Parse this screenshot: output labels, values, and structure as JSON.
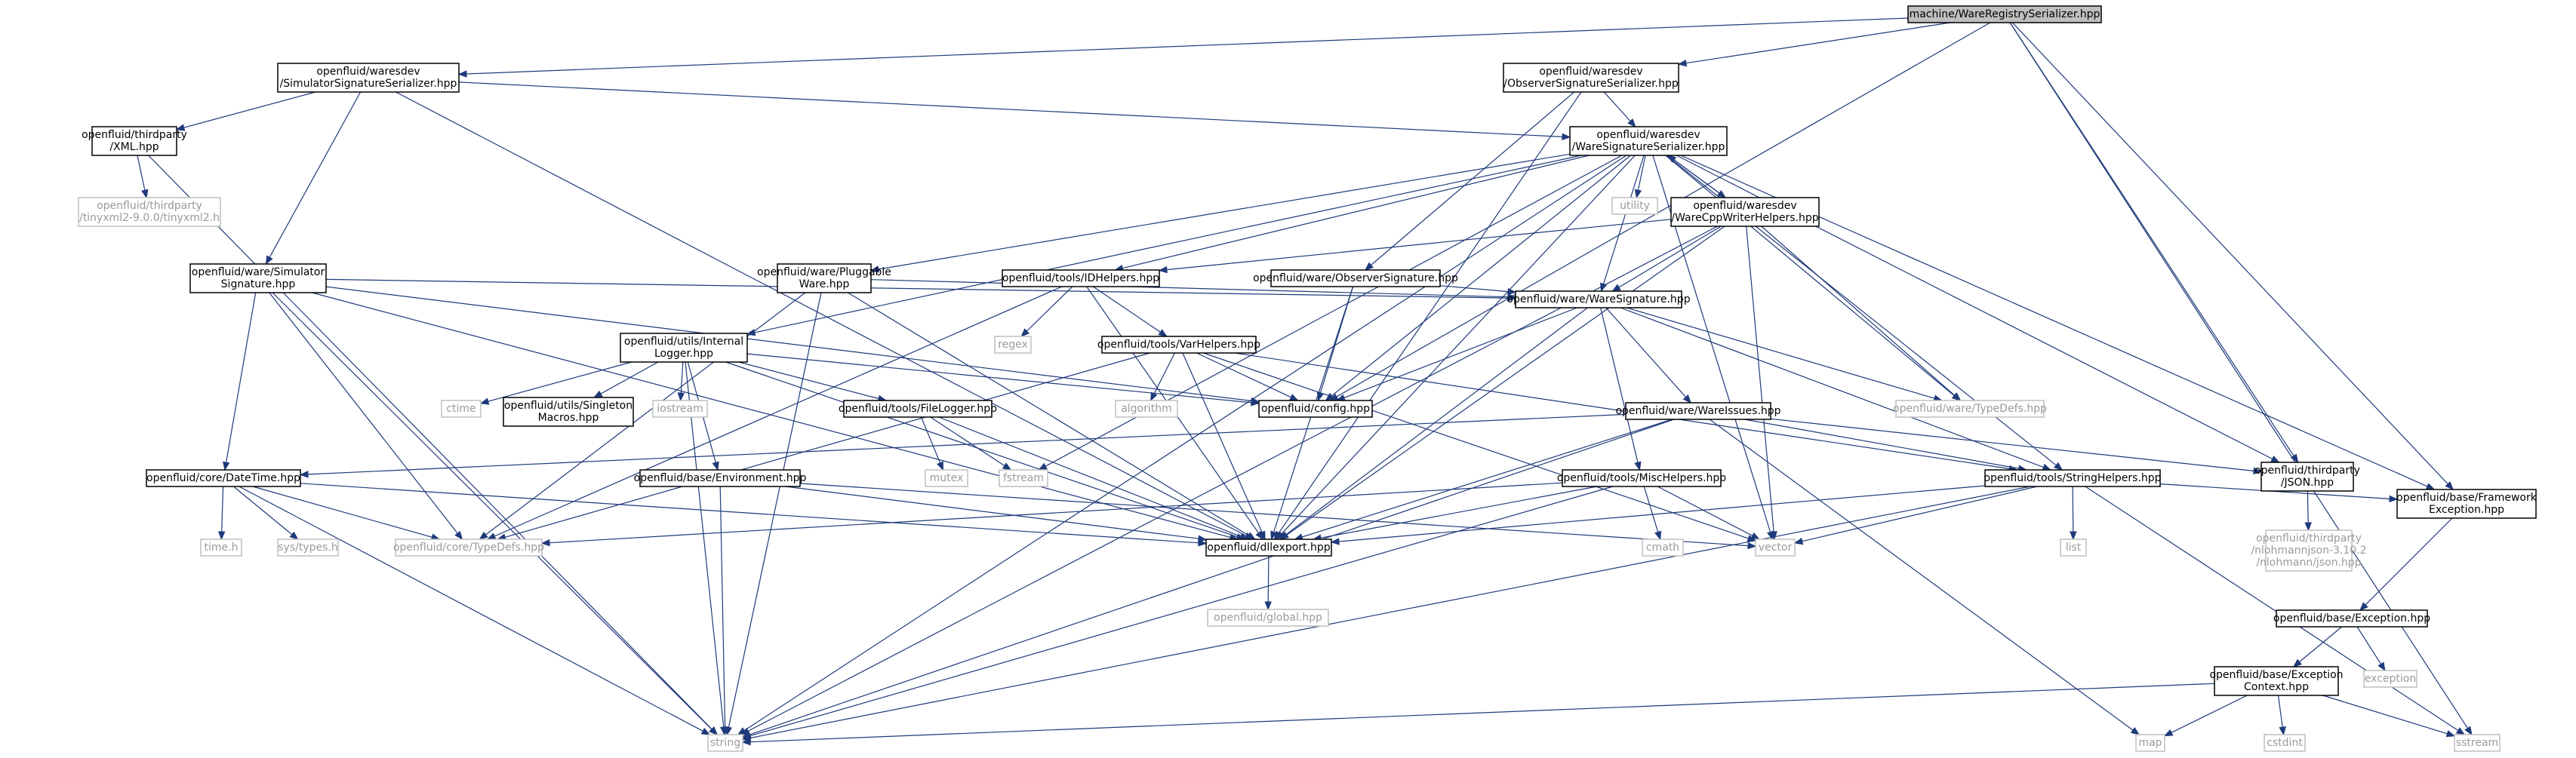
{
  "graph": {
    "nodes": [
      {
        "id": "root",
        "kind": "root",
        "lines": [
          "machine/WareRegistrySerializer.hpp"
        ]
      },
      {
        "id": "simsigser",
        "kind": "file",
        "lines": [
          "openfluid/waresdev",
          "/SimulatorSignatureSerializer.hpp"
        ]
      },
      {
        "id": "obssigser",
        "kind": "file",
        "lines": [
          "openfluid/waresdev",
          "/ObserverSignatureSerializer.hpp"
        ]
      },
      {
        "id": "waresigser",
        "kind": "file",
        "lines": [
          "openfluid/waresdev",
          "/WareSignatureSerializer.hpp"
        ]
      },
      {
        "id": "xmlhpp",
        "kind": "file",
        "lines": [
          "openfluid/thirdparty",
          "/XML.hpp"
        ]
      },
      {
        "id": "tinyxml",
        "kind": "ext",
        "lines": [
          "openfluid/thirdparty",
          "/tinyxml2-9.0.0/tinyxml2.h"
        ]
      },
      {
        "id": "utility",
        "kind": "ext",
        "lines": [
          "utility"
        ]
      },
      {
        "id": "cppwriter",
        "kind": "file",
        "lines": [
          "openfluid/waresdev",
          "/WareCppWriterHelpers.hpp"
        ]
      },
      {
        "id": "simsig",
        "kind": "file",
        "lines": [
          "openfluid/ware/Simulator",
          "Signature.hpp"
        ]
      },
      {
        "id": "pluggable",
        "kind": "file",
        "lines": [
          "openfluid/ware/Pluggable",
          "Ware.hpp"
        ]
      },
      {
        "id": "idhelpers",
        "kind": "file",
        "lines": [
          "openfluid/tools/IDHelpers.hpp"
        ]
      },
      {
        "id": "obssig",
        "kind": "file",
        "lines": [
          "openfluid/ware/ObserverSignature.hpp"
        ]
      },
      {
        "id": "regex",
        "kind": "ext",
        "lines": [
          "regex"
        ]
      },
      {
        "id": "internallogger",
        "kind": "file",
        "lines": [
          "openfluid/utils/Internal",
          "Logger.hpp"
        ]
      },
      {
        "id": "varhelpers",
        "kind": "file",
        "lines": [
          "openfluid/tools/VarHelpers.hpp"
        ]
      },
      {
        "id": "waresig",
        "kind": "file",
        "lines": [
          "openfluid/ware/WareSignature.hpp"
        ]
      },
      {
        "id": "ctime",
        "kind": "ext",
        "lines": [
          "ctime"
        ]
      },
      {
        "id": "singleton",
        "kind": "file",
        "lines": [
          "openfluid/utils/Singleton",
          "Macros.hpp"
        ]
      },
      {
        "id": "iostream",
        "kind": "ext",
        "lines": [
          "iostream"
        ]
      },
      {
        "id": "filelogger",
        "kind": "file",
        "lines": [
          "openfluid/tools/FileLogger.hpp"
        ]
      },
      {
        "id": "algorithm",
        "kind": "ext",
        "lines": [
          "algorithm"
        ]
      },
      {
        "id": "config",
        "kind": "file",
        "lines": [
          "openfluid/config.hpp"
        ]
      },
      {
        "id": "typedefsware",
        "kind": "ext",
        "lines": [
          "openfluid/ware/TypeDefs.hpp"
        ]
      },
      {
        "id": "wareissues",
        "kind": "file",
        "lines": [
          "openfluid/ware/WareIssues.hpp"
        ]
      },
      {
        "id": "datetime",
        "kind": "file",
        "lines": [
          "openfluid/core/DateTime.hpp"
        ]
      },
      {
        "id": "environment",
        "kind": "file",
        "lines": [
          "openfluid/base/Environment.hpp"
        ]
      },
      {
        "id": "mutex",
        "kind": "ext",
        "lines": [
          "mutex"
        ]
      },
      {
        "id": "fstream",
        "kind": "ext",
        "lines": [
          "fstream"
        ]
      },
      {
        "id": "mischelpers",
        "kind": "file",
        "lines": [
          "openfluid/tools/MiscHelpers.hpp"
        ]
      },
      {
        "id": "stringhelpers",
        "kind": "file",
        "lines": [
          "openfluid/tools/StringHelpers.hpp"
        ]
      },
      {
        "id": "jsonhpp",
        "kind": "file",
        "lines": [
          "openfluid/thirdparty",
          "/JSON.hpp"
        ]
      },
      {
        "id": "timeh",
        "kind": "ext",
        "lines": [
          "time.h"
        ]
      },
      {
        "id": "systypes",
        "kind": "ext",
        "lines": [
          "sys/types.h"
        ]
      },
      {
        "id": "typedefscore",
        "kind": "ext",
        "lines": [
          "openfluid/core/TypeDefs.hpp"
        ]
      },
      {
        "id": "dllexport",
        "kind": "file",
        "lines": [
          "openfluid/dllexport.hpp"
        ]
      },
      {
        "id": "cmath",
        "kind": "ext",
        "lines": [
          "cmath"
        ]
      },
      {
        "id": "vector",
        "kind": "ext",
        "lines": [
          "vector"
        ]
      },
      {
        "id": "list",
        "kind": "ext",
        "lines": [
          "list"
        ]
      },
      {
        "id": "nlohmann",
        "kind": "ext",
        "lines": [
          "openfluid/thirdparty",
          "/nlohmannjson-3.10.2",
          "/nlohmann/json.hpp"
        ]
      },
      {
        "id": "fwexception",
        "kind": "file",
        "lines": [
          "openfluid/base/Framework",
          "Exception.hpp"
        ]
      },
      {
        "id": "globalhpp",
        "kind": "ext",
        "lines": [
          "openfluid/global.hpp"
        ]
      },
      {
        "id": "exceptionhpp",
        "kind": "file",
        "lines": [
          "openfluid/base/Exception.hpp"
        ]
      },
      {
        "id": "exception",
        "kind": "ext",
        "lines": [
          "exception"
        ]
      },
      {
        "id": "exccontext",
        "kind": "file",
        "lines": [
          "openfluid/base/Exception",
          "Context.hpp"
        ]
      },
      {
        "id": "string",
        "kind": "ext",
        "lines": [
          "string"
        ]
      },
      {
        "id": "map",
        "kind": "ext",
        "lines": [
          "map"
        ]
      },
      {
        "id": "cstdint",
        "kind": "ext",
        "lines": [
          "cstdint"
        ]
      },
      {
        "id": "sstream",
        "kind": "ext",
        "lines": [
          "sstream"
        ]
      }
    ],
    "edges": [
      [
        "root",
        "simsigser"
      ],
      [
        "root",
        "obssigser"
      ],
      [
        "root",
        "config"
      ],
      [
        "root",
        "jsonhpp"
      ],
      [
        "root",
        "fwexception"
      ],
      [
        "root",
        "sstream"
      ],
      [
        "simsigser",
        "waresigser"
      ],
      [
        "simsigser",
        "xmlhpp"
      ],
      [
        "simsigser",
        "simsig"
      ],
      [
        "simsigser",
        "dllexport"
      ],
      [
        "obssigser",
        "waresigser"
      ],
      [
        "obssigser",
        "obssig"
      ],
      [
        "obssigser",
        "dllexport"
      ],
      [
        "xmlhpp",
        "tinyxml"
      ],
      [
        "xmlhpp",
        "string"
      ],
      [
        "waresigser",
        "utility"
      ],
      [
        "waresigser",
        "cppwriter"
      ],
      [
        "waresigser",
        "pluggable"
      ],
      [
        "waresigser",
        "idhelpers"
      ],
      [
        "waresigser",
        "internallogger"
      ],
      [
        "waresigser",
        "config"
      ],
      [
        "waresigser",
        "waresig"
      ],
      [
        "waresigser",
        "typedefsware"
      ],
      [
        "waresigser",
        "fstream"
      ],
      [
        "waresigser",
        "dllexport"
      ],
      [
        "waresigser",
        "stringhelpers"
      ],
      [
        "waresigser",
        "jsonhpp"
      ],
      [
        "waresigser",
        "fwexception"
      ],
      [
        "waresigser",
        "vector"
      ],
      [
        "waresigser",
        "string"
      ],
      [
        "cppwriter",
        "waresigser"
      ],
      [
        "cppwriter",
        "idhelpers"
      ],
      [
        "cppwriter",
        "waresig"
      ],
      [
        "cppwriter",
        "typedefsware"
      ],
      [
        "cppwriter",
        "dllexport"
      ],
      [
        "cppwriter",
        "vector"
      ],
      [
        "cppwriter",
        "string"
      ],
      [
        "simsig",
        "waresig"
      ],
      [
        "simsig",
        "datetime"
      ],
      [
        "simsig",
        "typedefscore"
      ],
      [
        "simsig",
        "dllexport"
      ],
      [
        "simsig",
        "string"
      ],
      [
        "simsig",
        "config"
      ],
      [
        "pluggable",
        "waresig"
      ],
      [
        "pluggable",
        "typedefscore"
      ],
      [
        "pluggable",
        "dllexport"
      ],
      [
        "pluggable",
        "string"
      ],
      [
        "idhelpers",
        "regex"
      ],
      [
        "idhelpers",
        "varhelpers"
      ],
      [
        "idhelpers",
        "dllexport"
      ],
      [
        "idhelpers",
        "typedefscore"
      ],
      [
        "obssig",
        "waresig"
      ],
      [
        "obssig",
        "config"
      ],
      [
        "obssig",
        "dllexport"
      ],
      [
        "internallogger",
        "ctime"
      ],
      [
        "internallogger",
        "singleton"
      ],
      [
        "internallogger",
        "iostream"
      ],
      [
        "internallogger",
        "filelogger"
      ],
      [
        "internallogger",
        "environment"
      ],
      [
        "internallogger",
        "config"
      ],
      [
        "internallogger",
        "string"
      ],
      [
        "internallogger",
        "dllexport"
      ],
      [
        "varhelpers",
        "algorithm"
      ],
      [
        "varhelpers",
        "config"
      ],
      [
        "varhelpers",
        "dllexport"
      ],
      [
        "varhelpers",
        "typedefscore"
      ],
      [
        "varhelpers",
        "stringhelpers"
      ],
      [
        "varhelpers",
        "vector"
      ],
      [
        "waresig",
        "config"
      ],
      [
        "waresig",
        "typedefsware"
      ],
      [
        "waresig",
        "wareissues"
      ],
      [
        "waresig",
        "mischelpers"
      ],
      [
        "waresig",
        "stringhelpers"
      ],
      [
        "waresig",
        "dllexport"
      ],
      [
        "filelogger",
        "mutex"
      ],
      [
        "filelogger",
        "fstream"
      ],
      [
        "filelogger",
        "dllexport"
      ],
      [
        "wareissues",
        "datetime"
      ],
      [
        "wareissues",
        "stringhelpers"
      ],
      [
        "wareissues",
        "dllexport"
      ],
      [
        "wareissues",
        "jsonhpp"
      ],
      [
        "wareissues",
        "map"
      ],
      [
        "wareissues",
        "string"
      ],
      [
        "datetime",
        "timeh"
      ],
      [
        "datetime",
        "systypes"
      ],
      [
        "datetime",
        "typedefscore"
      ],
      [
        "datetime",
        "dllexport"
      ],
      [
        "datetime",
        "string"
      ],
      [
        "environment",
        "dllexport"
      ],
      [
        "environment",
        "string"
      ],
      [
        "environment",
        "vector"
      ],
      [
        "mischelpers",
        "dllexport"
      ],
      [
        "mischelpers",
        "cmath"
      ],
      [
        "mischelpers",
        "vector"
      ],
      [
        "mischelpers",
        "string"
      ],
      [
        "mischelpers",
        "typedefscore"
      ],
      [
        "stringhelpers",
        "list"
      ],
      [
        "stringhelpers",
        "vector"
      ],
      [
        "stringhelpers",
        "dllexport"
      ],
      [
        "stringhelpers",
        "fwexception"
      ],
      [
        "stringhelpers",
        "sstream"
      ],
      [
        "stringhelpers",
        "string"
      ],
      [
        "jsonhpp",
        "nlohmann"
      ],
      [
        "fwexception",
        "exceptionhpp"
      ],
      [
        "dllexport",
        "globalhpp"
      ],
      [
        "exceptionhpp",
        "exccontext"
      ],
      [
        "exceptionhpp",
        "exception"
      ],
      [
        "exccontext",
        "cstdint"
      ],
      [
        "exccontext",
        "map"
      ],
      [
        "exccontext",
        "sstream"
      ],
      [
        "exccontext",
        "string"
      ]
    ]
  }
}
